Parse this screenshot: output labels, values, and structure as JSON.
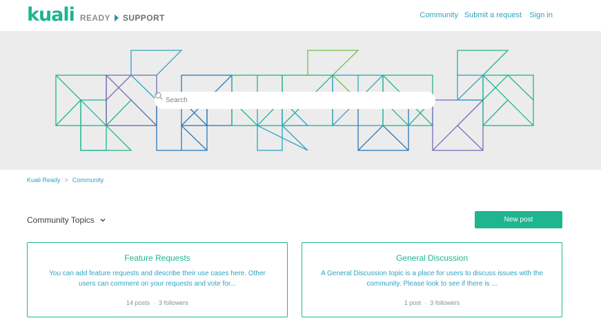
{
  "brand": {
    "logo_text": "kuali",
    "sub_ready": "READY",
    "sub_support": "SUPPORT",
    "colors": {
      "green": "#1fb58f",
      "blue": "#2ea3c4",
      "gray": "#8a8f94",
      "purple": "#7b6bb8"
    }
  },
  "nav": {
    "community": "Community",
    "submit_request": "Submit a request",
    "sign_in": "Sign in"
  },
  "search": {
    "placeholder": "Search",
    "icon": "search-icon"
  },
  "breadcrumb": {
    "items": [
      "Kuali Ready",
      "Community"
    ],
    "separator": ">"
  },
  "topics": {
    "title": "Community Topics",
    "icon": "chevron-down-icon",
    "new_post_label": "New post"
  },
  "cards": [
    {
      "title": "Feature Requests",
      "description": "You can add feature requests and describe their use cases here. Other users can comment on your requests and vote for...",
      "posts": "14 posts",
      "followers": "3 followers",
      "meta_separator": "·"
    },
    {
      "title": "General Discussion",
      "description": "A General Discussion topic is a place for users to discuss issues with the community. Please look to see if there is ...",
      "posts": "1 post",
      "followers": "3 followers",
      "meta_separator": "·"
    }
  ]
}
